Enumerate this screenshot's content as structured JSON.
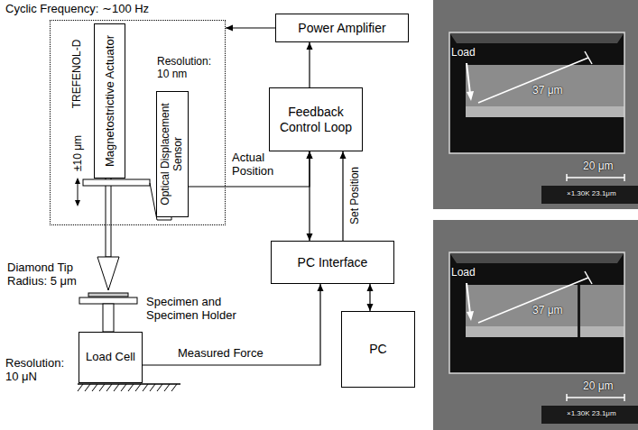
{
  "diagram": {
    "nodes": [
      {
        "text": [
          "Cyclic Frequency: ∼100 Hz"
        ]
      },
      {
        "text": [
          "Magnetostrictive Actuator"
        ],
        "in": 0
      },
      {
        "text": [
          "Optical Displacement Sensor"
        ],
        "in": 0
      },
      {
        "text": [
          "Load Cell"
        ]
      },
      {
        "text": [
          "Power Amplifier"
        ]
      },
      {
        "text": [
          "Feedback Control Loop"
        ]
      },
      {
        "text": [
          "PC Interface"
        ]
      },
      {
        "text": [
          "PC"
        ]
      }
    ],
    "edges": [
      {
        "from": 4,
        "to": 0,
        "arrow": "to"
      },
      {
        "from": 5,
        "to": 4,
        "arrow": "to"
      },
      {
        "from": 2,
        "to": 5,
        "label": "Actual Position",
        "arrow": "to"
      },
      {
        "from": 5,
        "to": 6,
        "arrow": "both"
      },
      {
        "from": 6,
        "to": 5,
        "label": "Set Position",
        "arrow": "to"
      },
      {
        "from": 3,
        "to": 6,
        "label": "Measured Force",
        "arrow": "to"
      },
      {
        "from": 7,
        "to": 6,
        "arrow": "both"
      }
    ],
    "labels": [
      "TREFENOL-D",
      "±10 μm",
      "Resolution: 10 nm",
      "Diamond Tip Radius: 5 μm",
      "Specimen and Specimen Holder",
      "Resolution: 10 μN",
      "Load",
      "37 μm",
      "20 μm",
      "×1.30K 23.1μm",
      "Load",
      "37 μm",
      "20 μm",
      "×1.30K 23.1μm"
    ]
  }
}
